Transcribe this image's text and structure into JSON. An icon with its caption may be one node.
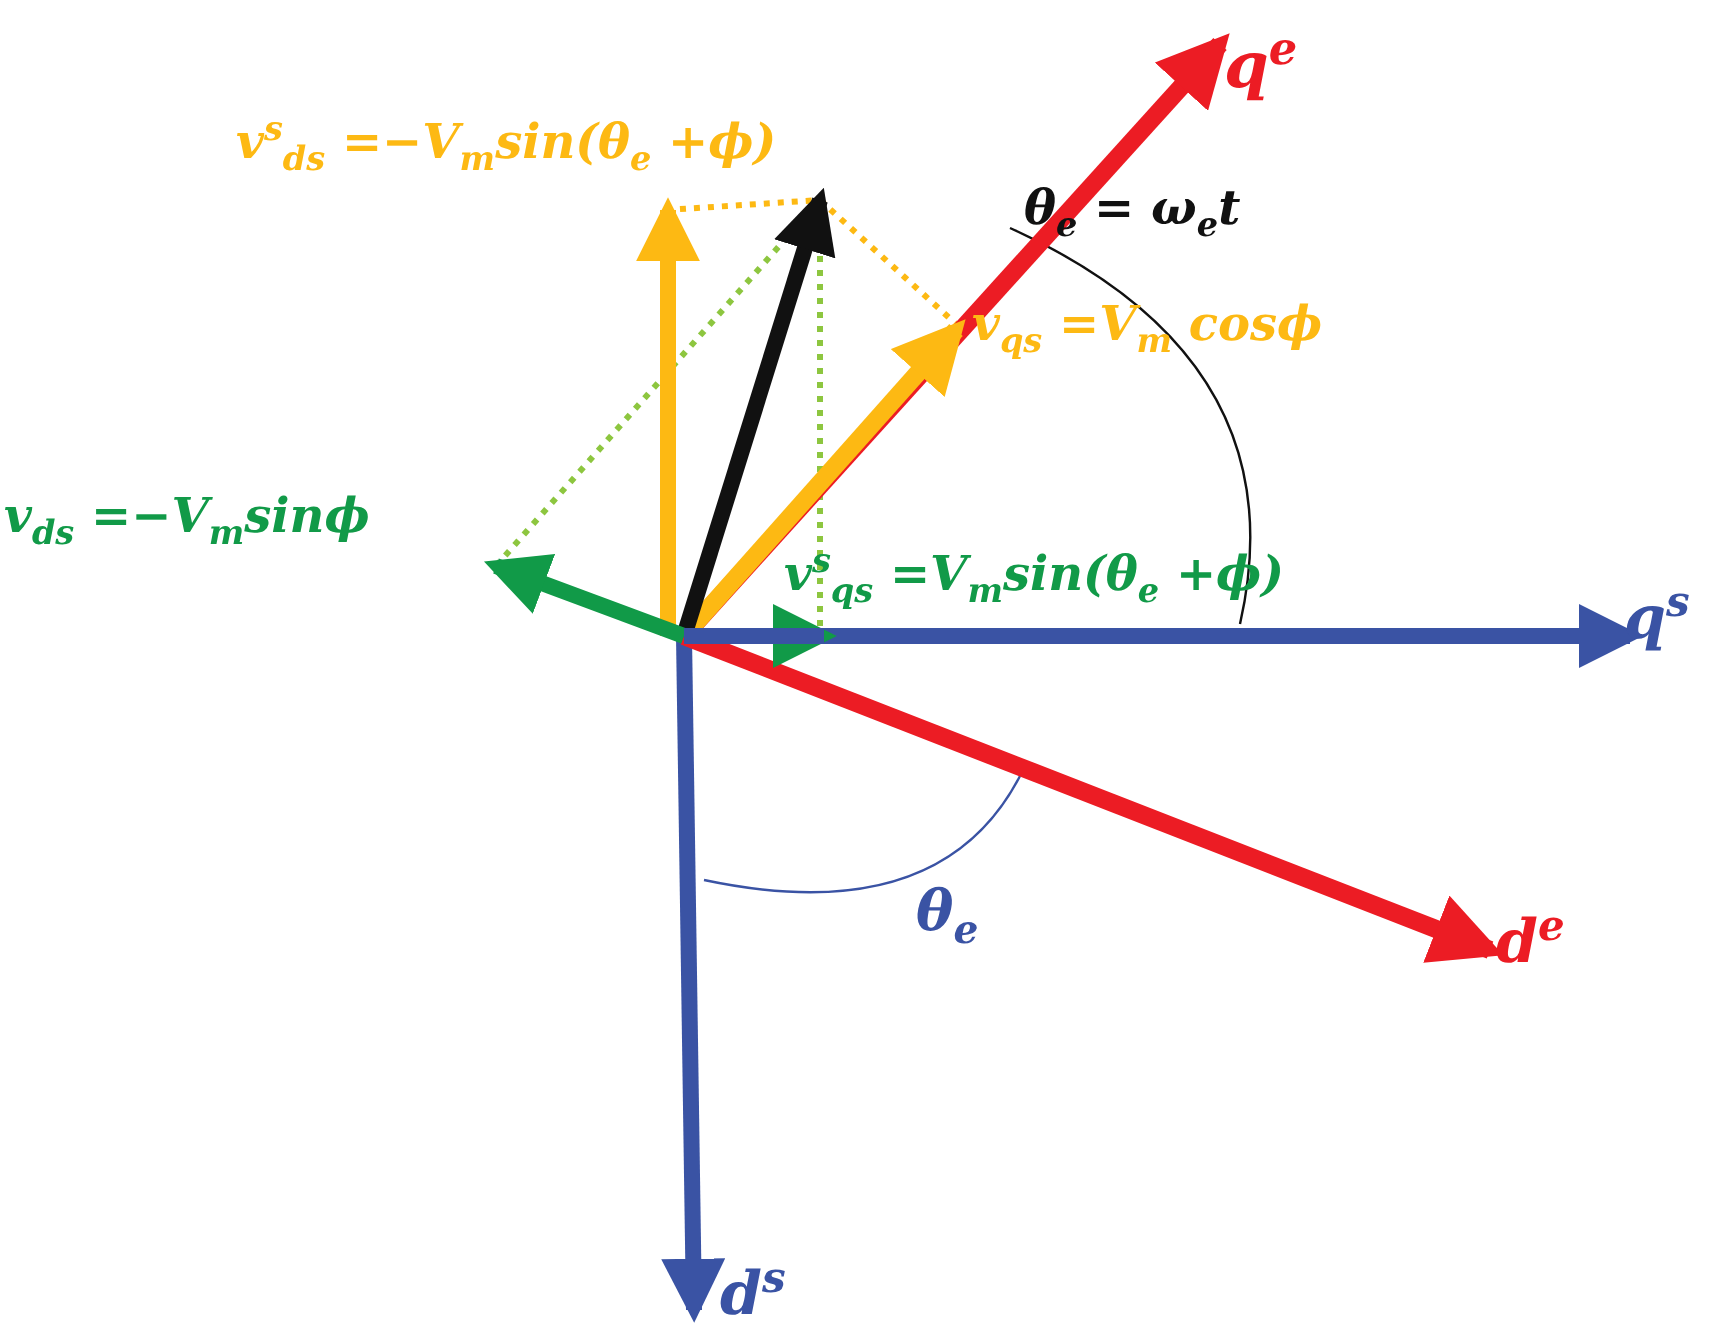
{
  "diagram": {
    "labels": [
      "q$^{e}$",
      "v$^{s}$$_{ds}$ =−V$_{m}$sin(θ$_{e}$ +ϕ)",
      "θ$_{e}$ = ω$_{e}$t",
      "v$_{qs}$ =V$_{m}$ cosϕ",
      "v$_{ds}$ =−V$_{m}$sinϕ",
      "v$^{s}$$_{qs}$ =V$_{m}$sin(θ$_{e}$ +ϕ)",
      "q$^{s}$",
      "θ$_{e}$",
      "d$^{e}$",
      "d$^{s}$"
    ]
  }
}
